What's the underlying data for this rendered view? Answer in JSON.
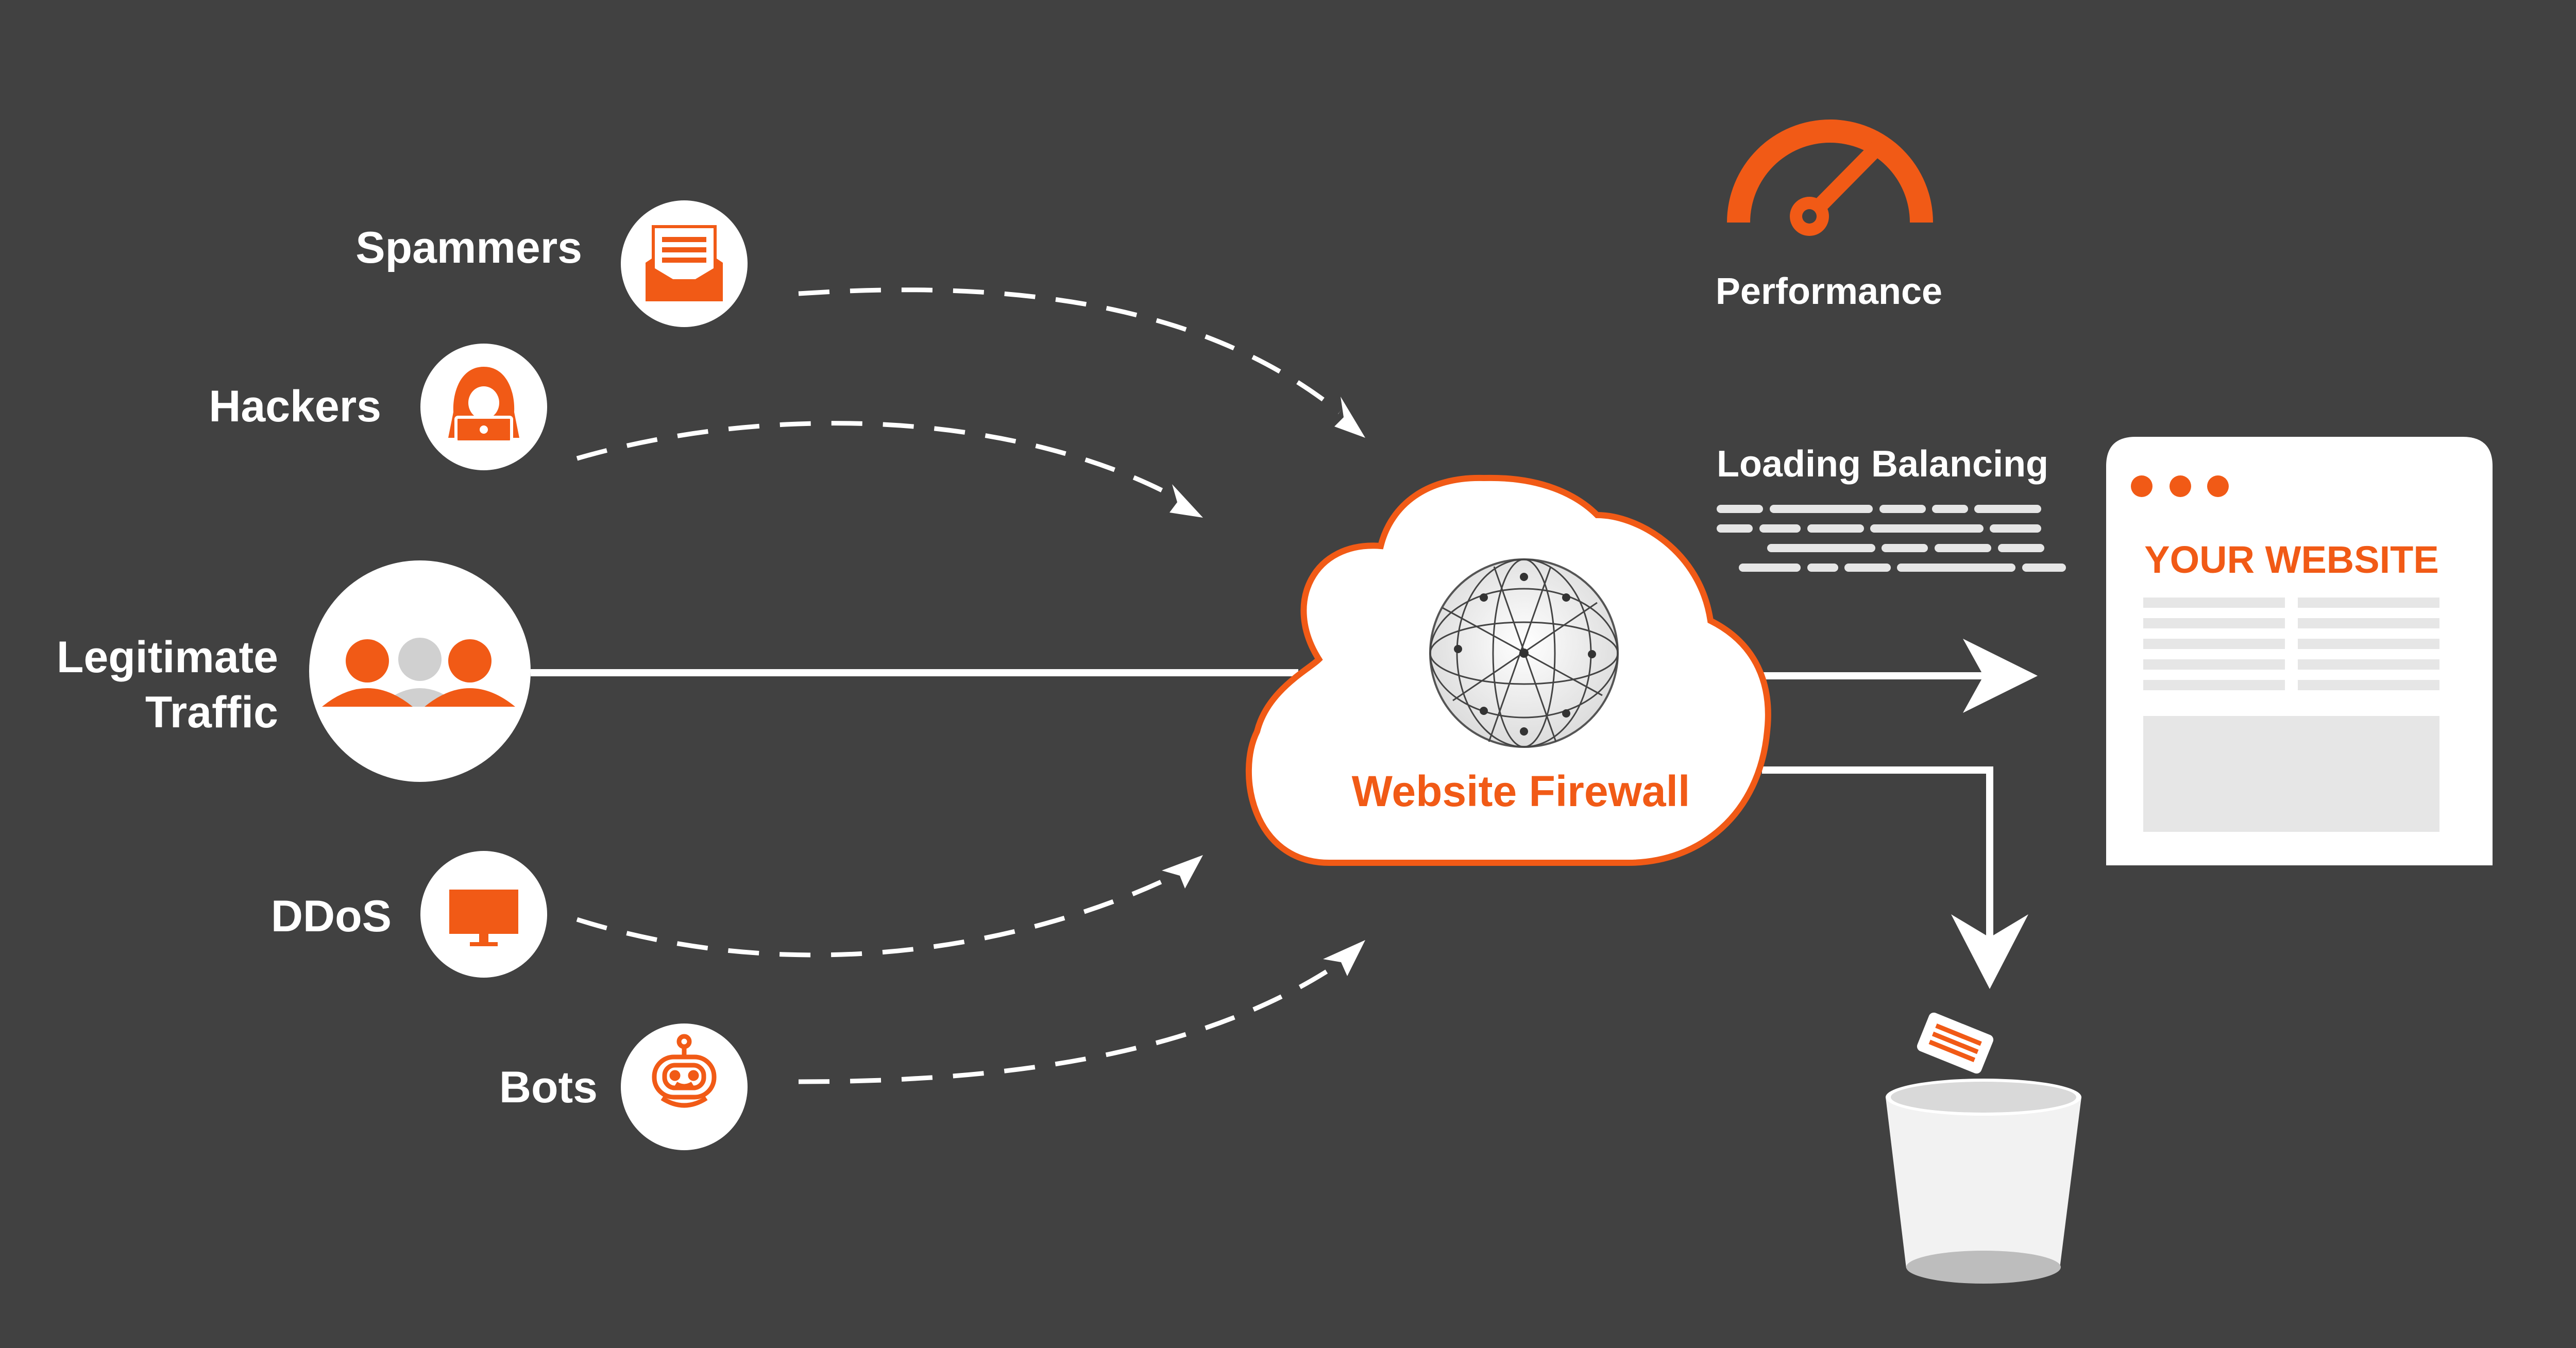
{
  "sources": [
    {
      "label": "Spammers",
      "icon": "envelope-icon"
    },
    {
      "label": "Hackers",
      "icon": "hacker-icon"
    },
    {
      "label_line1": "Legitimate",
      "label_line2": "Traffic",
      "icon": "users-icon"
    },
    {
      "label": "DDoS",
      "icon": "monitor-icon"
    },
    {
      "label": "Bots",
      "icon": "robot-icon"
    }
  ],
  "firewall": {
    "label": "Website Firewall",
    "icon": "globe-network-icon"
  },
  "performance": {
    "label": "Performance",
    "icon": "gauge-icon"
  },
  "load_balancing": {
    "label": "Loading Balancing"
  },
  "website": {
    "title": "YOUR WEBSITE"
  },
  "trash": {
    "icon": "trash-bin-icon"
  },
  "colors": {
    "background": "#414141",
    "accent": "#f15a16",
    "white": "#ffffff",
    "grey": "#e6e6e6"
  }
}
